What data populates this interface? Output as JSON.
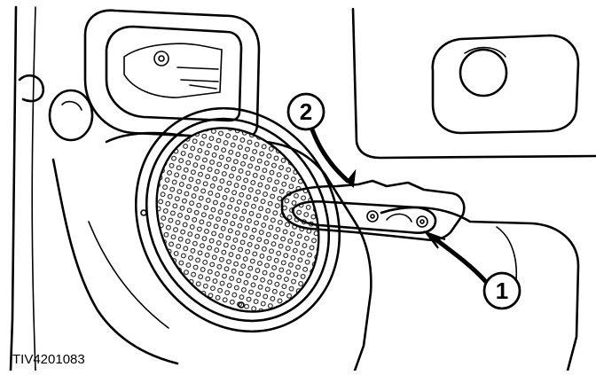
{
  "callouts": [
    {
      "id": "1",
      "label": "1"
    },
    {
      "id": "2",
      "label": "2"
    }
  ],
  "figure_code": "TIV4201083",
  "colors": {
    "ink": "#000000",
    "paper": "#ffffff"
  }
}
